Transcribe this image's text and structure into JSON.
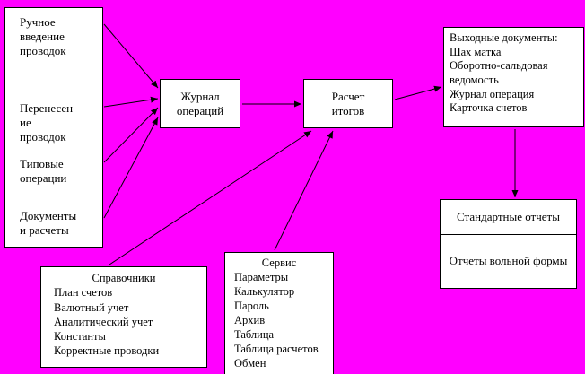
{
  "diagram": {
    "background": "#FF00FF",
    "box_fill": "#FFFFFF",
    "line_color": "#000000",
    "boxes": {
      "sources": {
        "items": [
          "Ручное\nвведение\nпроводок",
          "Перенесен\nие\nпроводок",
          "Типовые\nоперации",
          "Документы\nи расчеты"
        ]
      },
      "journal": {
        "label": "Журнал\nопераций"
      },
      "totals": {
        "label": "Расчет\nитогов"
      },
      "output": {
        "title": "Выходные документы:",
        "items": [
          "Шах матка",
          "Оборотно-сальдовая ведомость",
          "Журнал операция",
          "Карточка счетов"
        ]
      },
      "reports": {
        "standard": "Стандартные отчеты",
        "free": "Отчеты вольной формы"
      },
      "references": {
        "title": "Справочники",
        "items": [
          "План счетов",
          "Валютный учет",
          "Аналитический учет",
          "Константы",
          "Корректные проводки"
        ]
      },
      "service": {
        "title": "Сервис",
        "items": [
          "Параметры",
          "Калькулятор",
          "Пароль",
          "Архив",
          "Таблица",
          "Таблица расчетов",
          "Обмен"
        ]
      }
    }
  }
}
